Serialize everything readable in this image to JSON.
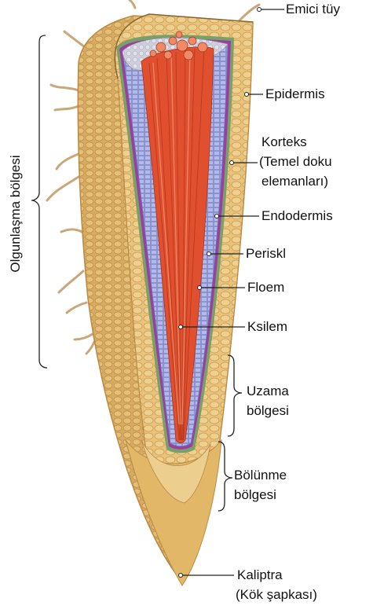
{
  "labels": {
    "root_hair": "Emici tüy",
    "epidermis": "Epidermis",
    "cortex_1": "Korteks",
    "cortex_2": "(Temel doku",
    "cortex_3": "elemanları)",
    "endodermis": "Endodermis",
    "pericycle": "Periskl",
    "phloem": "Floem",
    "xylem": "Ksilem",
    "elongation_1": "Uzama",
    "elongation_2": "bölgesi",
    "division_1": "Bölünme",
    "division_2": "bölgesi",
    "root_cap_1": "Kaliptra",
    "root_cap_2": "(Kök şapkası)",
    "maturation": "Olgunlaşma bölgesi"
  },
  "colors": {
    "cortex": "#e7c27a",
    "cortex_dark": "#c99a4f",
    "epidermis_outline": "#b98a45",
    "root_hair": "#c9a77a",
    "endodermis": "#7aa06a",
    "pericycle": "#9a3fa0",
    "phloem": "#8f9ad6",
    "xylem": "#e0502e",
    "xylem_light": "#f08a66",
    "cap": "#e2b868"
  }
}
